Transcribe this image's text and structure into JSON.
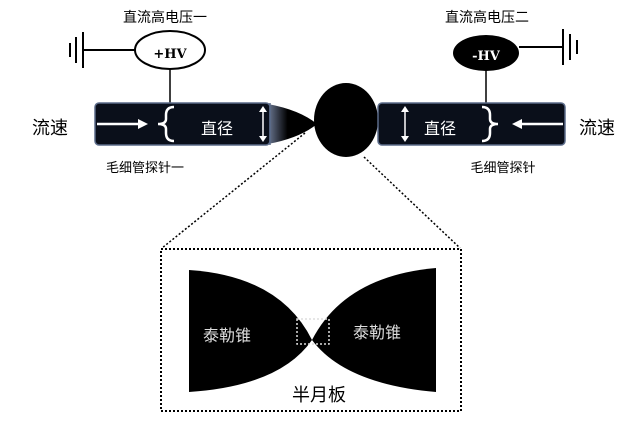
{
  "hv_source_1": {
    "title": "直流高电压一",
    "label": "+HV"
  },
  "hv_source_2": {
    "title": "直流高电压二",
    "label": "-HV"
  },
  "left_probe": {
    "flow_label": "流速",
    "diameter_label": "直径",
    "name": "毛细管探针一"
  },
  "right_probe": {
    "flow_label": "流速",
    "diameter_label": "直径",
    "name": "毛细管探针"
  },
  "inset": {
    "left_cone": "泰勒锥",
    "right_cone": "泰勒锥",
    "meniscus": "半月板"
  },
  "colors": {
    "ink": "#000000",
    "tube": "#0a0f1a",
    "tube_edge": "#5a6a88"
  }
}
